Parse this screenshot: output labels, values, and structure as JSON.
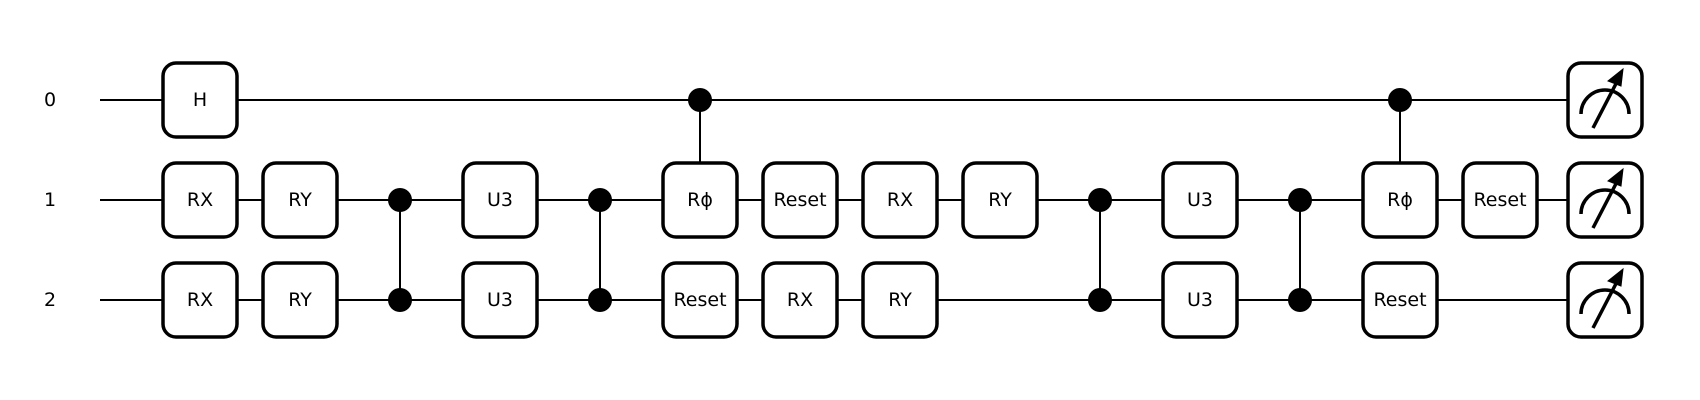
{
  "circuit": {
    "wires": [
      "0",
      "1",
      "2"
    ],
    "gates": [
      {
        "wire": 0,
        "col": 0,
        "label": "H"
      },
      {
        "wire": 1,
        "col": 0,
        "label": "RX"
      },
      {
        "wire": 2,
        "col": 0,
        "label": "RX"
      },
      {
        "wire": 1,
        "col": 1,
        "label": "RY"
      },
      {
        "wire": 2,
        "col": 1,
        "label": "RY"
      },
      {
        "wire": 1,
        "col": 3,
        "label": "U3"
      },
      {
        "wire": 2,
        "col": 3,
        "label": "U3"
      },
      {
        "wire": 1,
        "col": 5,
        "label": "Rϕ"
      },
      {
        "wire": 2,
        "col": 5,
        "label": "Reset"
      },
      {
        "wire": 1,
        "col": 6,
        "label": "Reset"
      },
      {
        "wire": 2,
        "col": 6,
        "label": "RX"
      },
      {
        "wire": 1,
        "col": 7,
        "label": "RX"
      },
      {
        "wire": 2,
        "col": 7,
        "label": "RY"
      },
      {
        "wire": 1,
        "col": 8,
        "label": "RY"
      },
      {
        "wire": 1,
        "col": 10,
        "label": "U3"
      },
      {
        "wire": 2,
        "col": 10,
        "label": "U3"
      },
      {
        "wire": 1,
        "col": 12,
        "label": "Rϕ"
      },
      {
        "wire": 2,
        "col": 12,
        "label": "Reset"
      },
      {
        "wire": 1,
        "col": 13,
        "label": "Reset"
      }
    ],
    "controls": [
      {
        "col": 2,
        "wires": [
          1,
          2
        ],
        "target": null
      },
      {
        "col": 4,
        "wires": [
          1,
          2
        ],
        "target": null
      },
      {
        "col": 5,
        "wires": [
          0
        ],
        "target": 1
      },
      {
        "col": 9,
        "wires": [
          1,
          2
        ],
        "target": null
      },
      {
        "col": 11,
        "wires": [
          1,
          2
        ],
        "target": null
      },
      {
        "col": 12,
        "wires": [
          0
        ],
        "target": 1
      }
    ],
    "measurements": [
      0,
      1,
      2
    ]
  }
}
